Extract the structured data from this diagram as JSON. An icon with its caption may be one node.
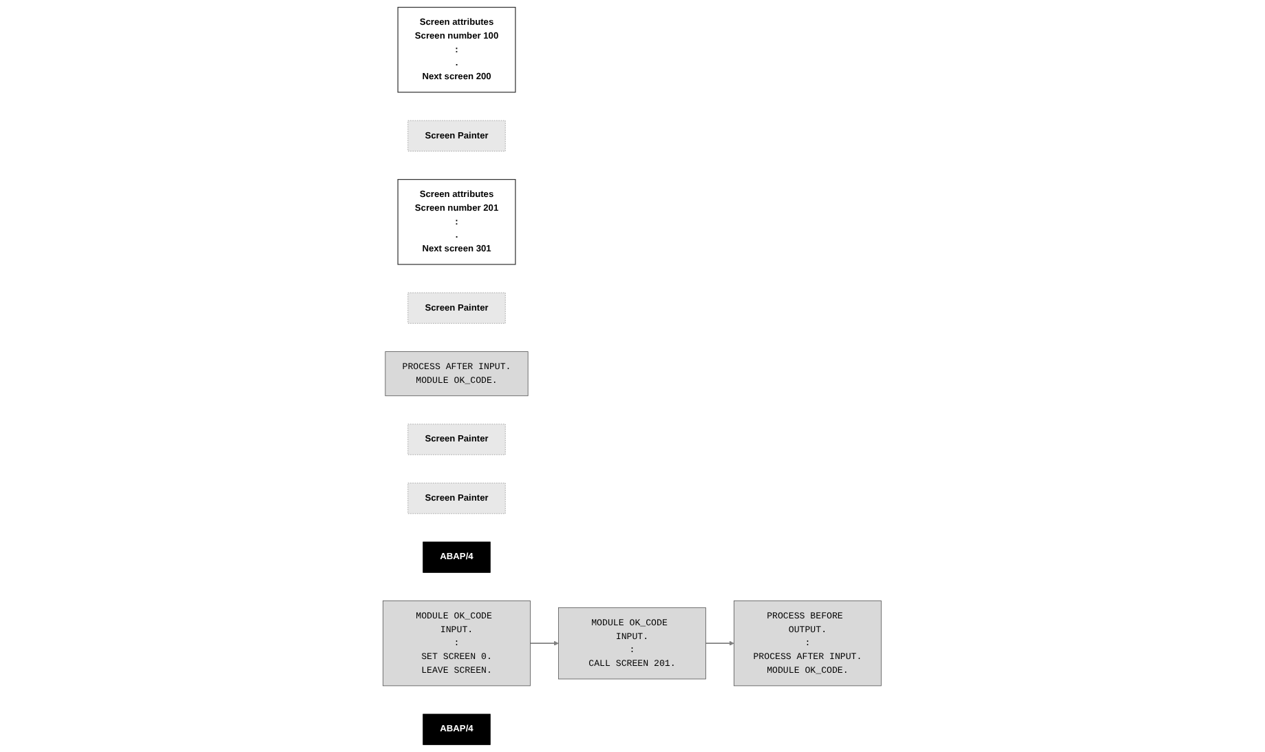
{
  "diagram": {
    "nodes": [
      {
        "text": [
          "Screen attributes",
          "Screen number 100",
          ":",
          ".",
          "Next screen 200"
        ]
      },
      {
        "text": [
          "Screen Painter"
        ]
      },
      {
        "text": [
          "Screen attributes",
          "Screen number 201",
          ":",
          ".",
          "Next screen 301"
        ]
      },
      {
        "text": [
          "Screen Painter"
        ]
      },
      {
        "text": [
          "PROCESS AFTER INPUT.",
          "MODULE OK_CODE."
        ]
      },
      {
        "text": [
          "Screen Painter"
        ]
      },
      {
        "text": [
          "PROCESS BEFORE OUTPUT.",
          ":",
          "PROCESS AFTER INPUT.",
          "MODULE OK_CODE."
        ]
      },
      {
        "text": [
          "Screen Painter"
        ]
      },
      {
        "text": [
          "MODULE OK_CODE INPUT.",
          ":",
          "CALL SCREEN 201."
        ]
      },
      {
        "text": [
          "ABAP/4"
        ]
      },
      {
        "text": [
          "MODULE OK_CODE INPUT.",
          ":",
          "SET SCREEN 0.",
          "LEAVE SCREEN."
        ]
      },
      {
        "text": [
          "ABAP/4"
        ]
      }
    ],
    "edges": [
      {
        "from": 8,
        "to": 6,
        "arrow": "to"
      },
      {
        "from": 10,
        "to": 8,
        "arrow": "to"
      }
    ]
  }
}
